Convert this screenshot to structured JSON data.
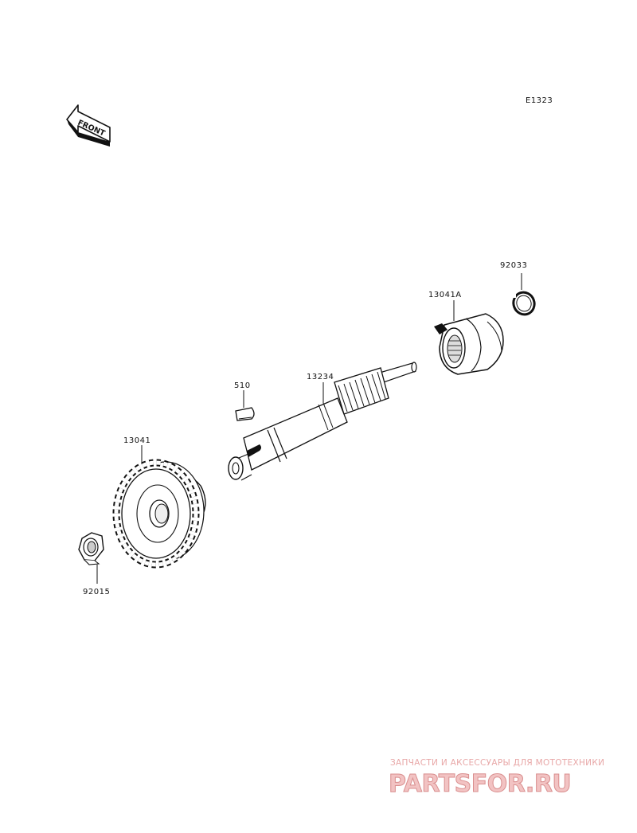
{
  "diagram_code": "E1323",
  "front_label": "FRONT",
  "parts": [
    {
      "id": "gear",
      "number": "13041"
    },
    {
      "id": "nut",
      "number": "92015"
    },
    {
      "id": "key",
      "number": "510"
    },
    {
      "id": "shaft",
      "number": "13234"
    },
    {
      "id": "clutch",
      "number": "13041A"
    },
    {
      "id": "circlip",
      "number": "92033"
    }
  ],
  "watermark": {
    "tagline": "ЗАПЧАСТИ И АКСЕССУАРЫ ДЛЯ МОТОТЕХНИКИ",
    "brand": "PARTSFOR.RU"
  },
  "colors": {
    "ink": "#111111",
    "watermark": "#e8a7a7",
    "background": "#ffffff"
  }
}
